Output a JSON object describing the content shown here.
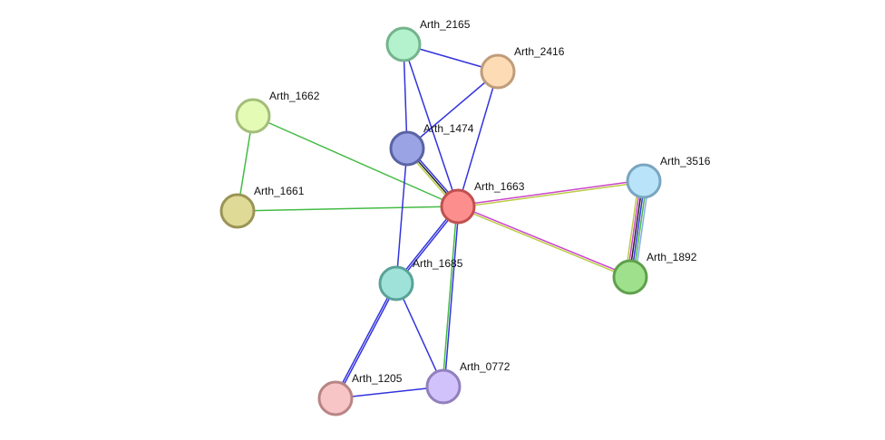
{
  "network": {
    "nodes": [
      {
        "id": "Arth_2165",
        "label": "Arth_2165",
        "fill": "#b3f2cc",
        "stroke": "#74b48c"
      },
      {
        "id": "Arth_2416",
        "label": "Arth_2416",
        "fill": "#fddcb5",
        "stroke": "#bf9c7a"
      },
      {
        "id": "Arth_1662",
        "label": "Arth_1662",
        "fill": "#e3fbb4",
        "stroke": "#a3bd7a"
      },
      {
        "id": "Arth_1474",
        "label": "Arth_1474",
        "fill": "#9aa3e3",
        "stroke": "#5a63a3"
      },
      {
        "id": "Arth_3516",
        "label": "Arth_3516",
        "fill": "#b8e3f8",
        "stroke": "#7aa5c0"
      },
      {
        "id": "Arth_1663",
        "label": "Arth_1663",
        "fill": "#fc8e8e",
        "stroke": "#c0504f"
      },
      {
        "id": "Arth_1661",
        "label": "Arth_1661",
        "fill": "#e0da97",
        "stroke": "#9a9456"
      },
      {
        "id": "Arth_1892",
        "label": "Arth_1892",
        "fill": "#9fe08d",
        "stroke": "#5ea04c"
      },
      {
        "id": "Arth_1685",
        "label": "Arth_1685",
        "fill": "#9fe2d9",
        "stroke": "#5aa298"
      },
      {
        "id": "Arth_0772",
        "label": "Arth_0772",
        "fill": "#d2c2fb",
        "stroke": "#9180bd"
      },
      {
        "id": "Arth_1205",
        "label": "Arth_1205",
        "fill": "#f7c5c5",
        "stroke": "#b98484"
      }
    ],
    "edges": [
      {
        "source": "Arth_2165",
        "target": "Arth_2416",
        "colors": [
          "#3333dd"
        ]
      },
      {
        "source": "Arth_2165",
        "target": "Arth_1474",
        "colors": [
          "#3333dd"
        ]
      },
      {
        "source": "Arth_2165",
        "target": "Arth_1663",
        "colors": [
          "#3333dd"
        ]
      },
      {
        "source": "Arth_2416",
        "target": "Arth_1474",
        "colors": [
          "#3333dd"
        ]
      },
      {
        "source": "Arth_2416",
        "target": "Arth_1663",
        "colors": [
          "#3333dd"
        ]
      },
      {
        "source": "Arth_1662",
        "target": "Arth_1661",
        "colors": [
          "#44bb44"
        ]
      },
      {
        "source": "Arth_1662",
        "target": "Arth_1663",
        "colors": [
          "#44bb44"
        ]
      },
      {
        "source": "Arth_1661",
        "target": "Arth_1663",
        "colors": [
          "#44bb44"
        ]
      },
      {
        "source": "Arth_1474",
        "target": "Arth_1663",
        "colors": [
          "#3333dd",
          "#222222",
          "#bbcc44"
        ]
      },
      {
        "source": "Arth_1474",
        "target": "Arth_1685",
        "colors": [
          "#3333dd"
        ]
      },
      {
        "source": "Arth_1663",
        "target": "Arth_3516",
        "colors": [
          "#cc44cc",
          "#bbcc44"
        ]
      },
      {
        "source": "Arth_1663",
        "target": "Arth_1892",
        "colors": [
          "#cc44cc",
          "#bbcc44"
        ]
      },
      {
        "source": "Arth_1663",
        "target": "Arth_1685",
        "colors": [
          "#3333dd",
          "#3333dd"
        ]
      },
      {
        "source": "Arth_1663",
        "target": "Arth_0772",
        "colors": [
          "#3333dd",
          "#44bb44"
        ]
      },
      {
        "source": "Arth_3516",
        "target": "Arth_1892",
        "colors": [
          "#88aaee",
          "#44bb44",
          "#3333dd",
          "#222222",
          "#cc44cc",
          "#bbcc44"
        ]
      },
      {
        "source": "Arth_1685",
        "target": "Arth_1205",
        "colors": [
          "#3333dd",
          "#3333dd"
        ]
      },
      {
        "source": "Arth_1685",
        "target": "Arth_0772",
        "colors": [
          "#3333dd"
        ]
      },
      {
        "source": "Arth_1205",
        "target": "Arth_0772",
        "colors": [
          "#3333dd"
        ]
      }
    ]
  }
}
